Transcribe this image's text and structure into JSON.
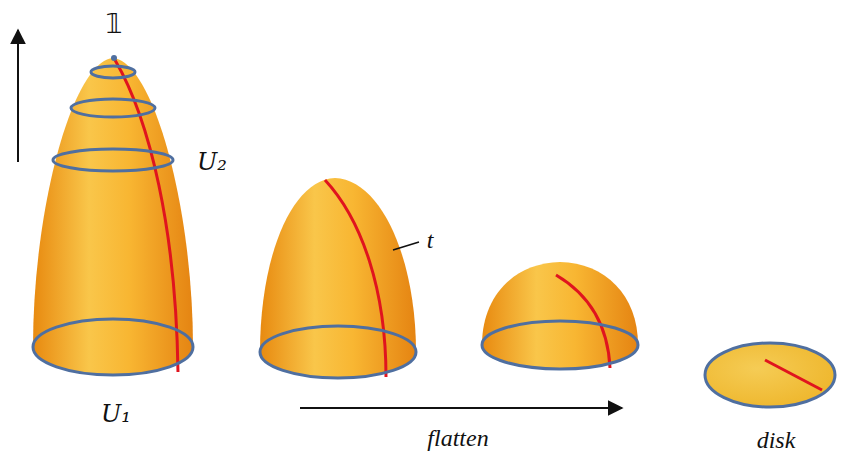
{
  "diagram": {
    "labels": [
      "𝟙",
      "U₂",
      "t",
      "U₁",
      "flatten",
      "disk"
    ]
  }
}
